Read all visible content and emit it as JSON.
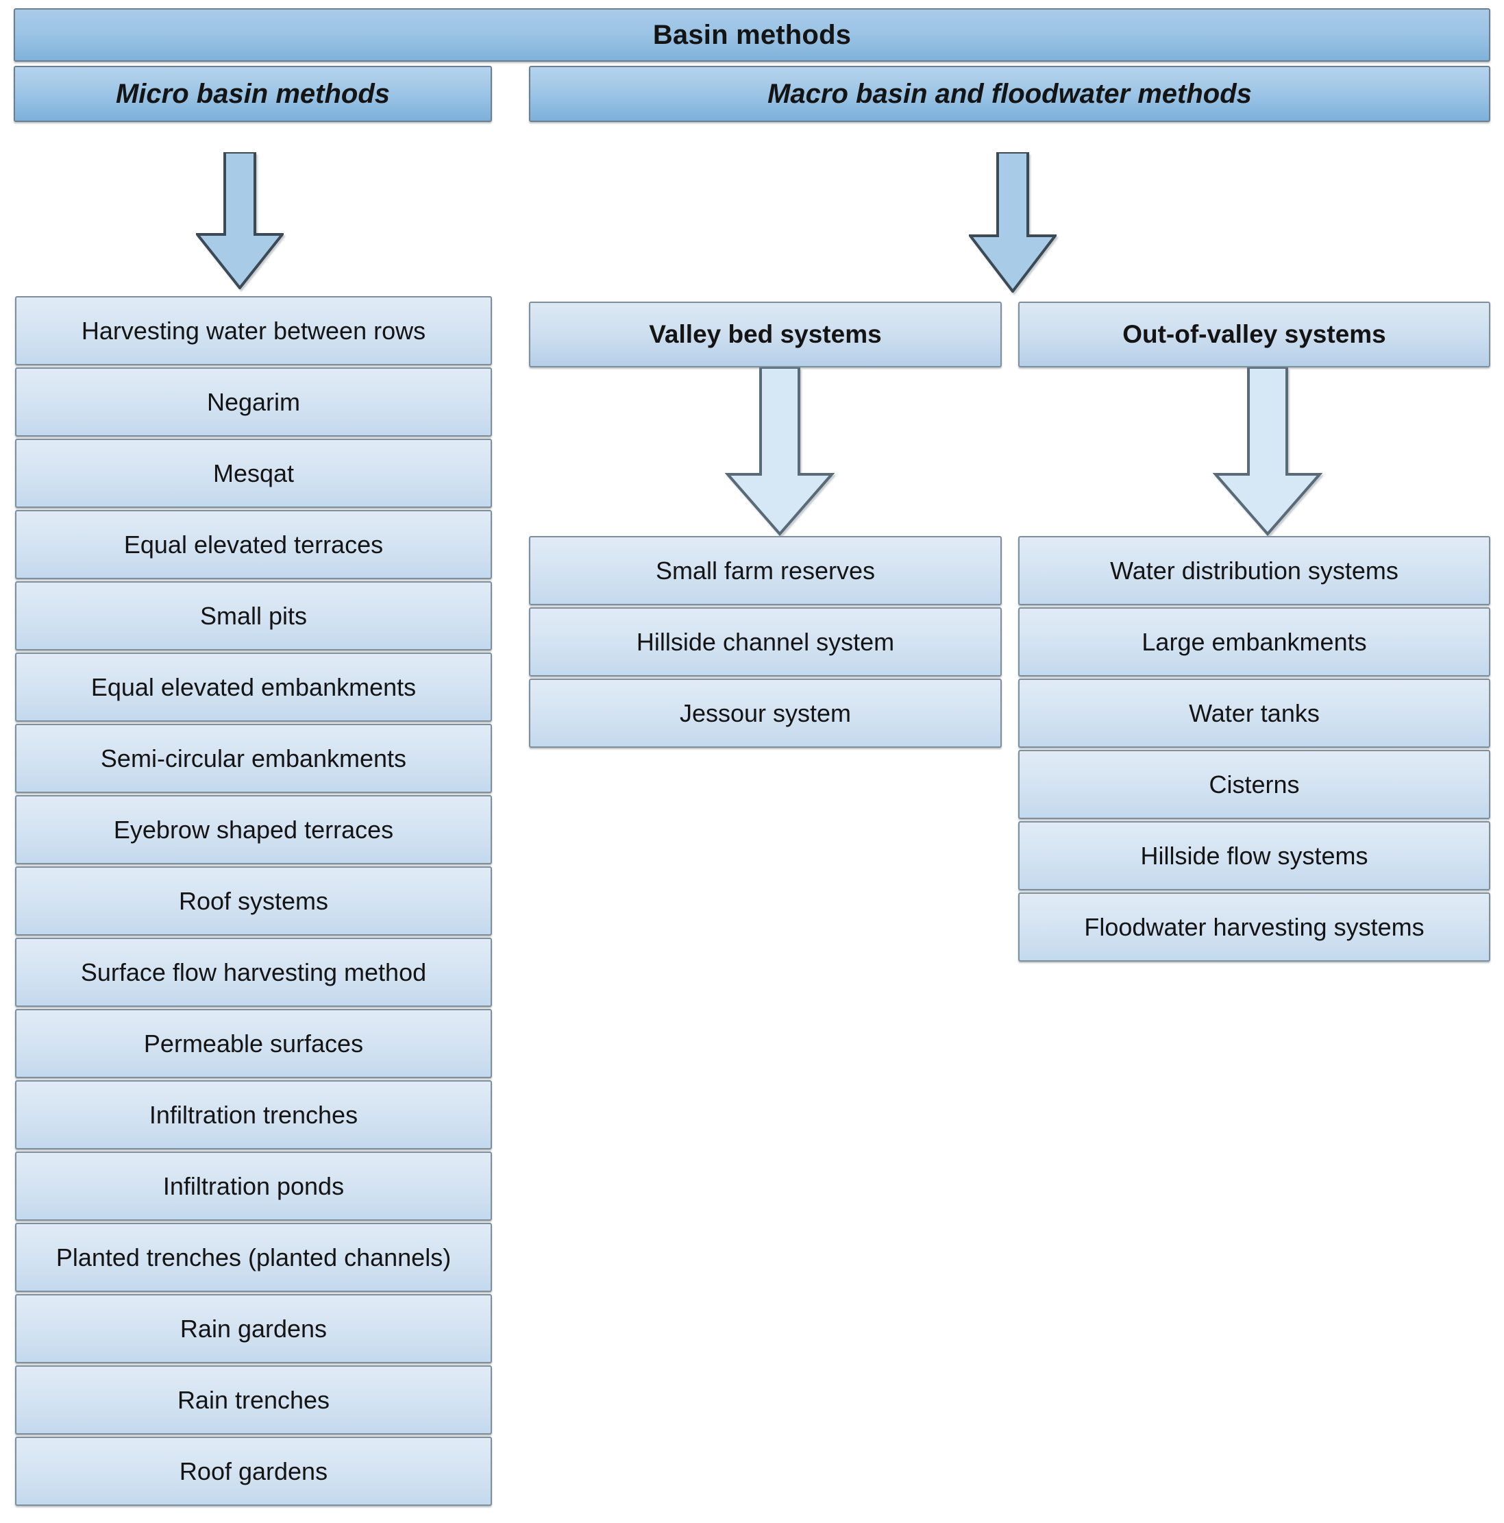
{
  "diagram": {
    "root": {
      "label": "Basin methods"
    },
    "categories": [
      {
        "label": "Micro basin methods"
      },
      {
        "label": "Macro basin and floodwater methods"
      }
    ],
    "subcategories": [
      {
        "label": "Valley bed systems"
      },
      {
        "label": "Out-of-valley systems"
      }
    ],
    "micro_basin_items": [
      "Harvesting water  between  rows",
      "Negarim",
      "Mesqat",
      "Equal elevated terraces",
      "Small pits",
      "Equal elevated embankments",
      "Semi-circular embankments",
      "Eyebrow shaped terraces",
      "Roof systems",
      "Surface flow harvesting method",
      "Permeable surfaces",
      "Infiltration trenches",
      "Infiltration ponds",
      "Planted trenches  (planted channels)",
      "Rain gardens",
      "Rain trenches",
      "Roof gardens"
    ],
    "valley_bed_items": [
      "Small farm reserves",
      "Hillside channel system",
      "Jessour system"
    ],
    "out_of_valley_items": [
      "Water distribution systems",
      "Large embankments",
      "Water tanks",
      "Cisterns",
      "Hillside flow systems",
      "Floodwater harvesting systems"
    ],
    "icons": {
      "arrow_root_to_micro": "down-arrow-icon",
      "arrow_root_to_macro": "down-arrow-icon",
      "arrow_valley_to_items": "down-arrow-icon",
      "arrow_outvalley_to_items": "down-arrow-icon"
    },
    "colors": {
      "banner_blue": "#8fbce0",
      "category_blue": "#8ebce1",
      "subcategory_blue": "#c2d7ec",
      "leaf_blue": "#cddff0",
      "border_gray": "#7b8a96",
      "text_dark": "#141414",
      "arrow_fill_dark": "#a8cce8",
      "arrow_fill_light": "#d6e7f5",
      "background": "#ffffff"
    }
  }
}
